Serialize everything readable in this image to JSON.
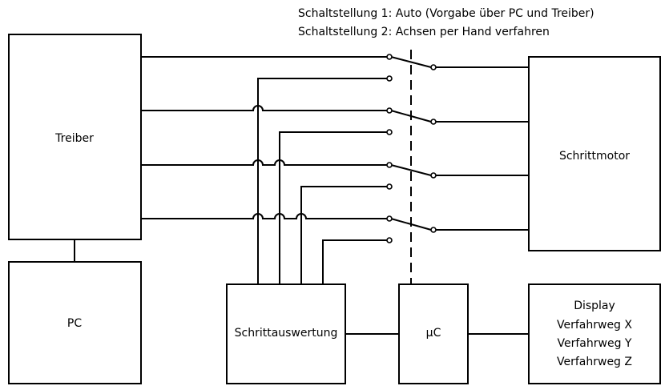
{
  "notes": {
    "line1": "Schaltstellung 1: Auto (Vorgabe über PC und Treiber)",
    "line2": "Schaltstellung 2: Achsen per Hand verfahren"
  },
  "blocks": {
    "treiber": "Treiber",
    "pc": "PC",
    "schrittmotor": "Schrittmotor",
    "schrittauswertung": "Schrittauswertung",
    "mikrocontroller": "µC",
    "display": {
      "line1": "Display",
      "line2": "Verfahrweg X",
      "line3": "Verfahrweg Y",
      "line4": "Verfahrweg Z"
    }
  }
}
